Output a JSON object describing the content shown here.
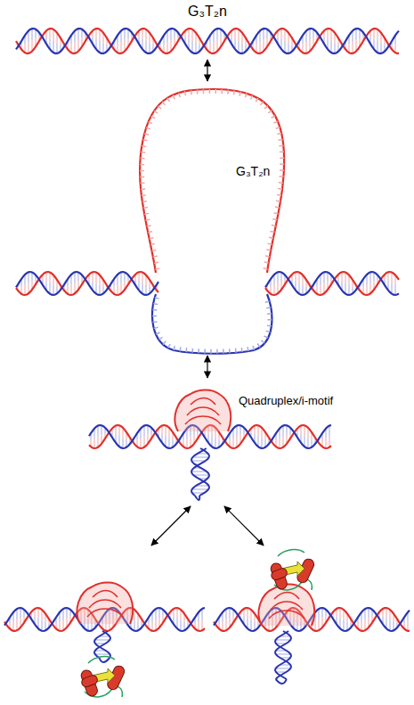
{
  "diagram": {
    "nodes": [
      {
        "text": [
          "G₃T₂n"
        ]
      },
      {
        "text": [
          "G₃T₂n"
        ]
      },
      {
        "text": [
          "Quadruplex/i-motif"
        ]
      }
    ],
    "edges": [
      {
        "from": 0,
        "to": 1,
        "arrow": "both"
      },
      {
        "from": 1,
        "to": 2,
        "arrow": "both"
      }
    ]
  }
}
